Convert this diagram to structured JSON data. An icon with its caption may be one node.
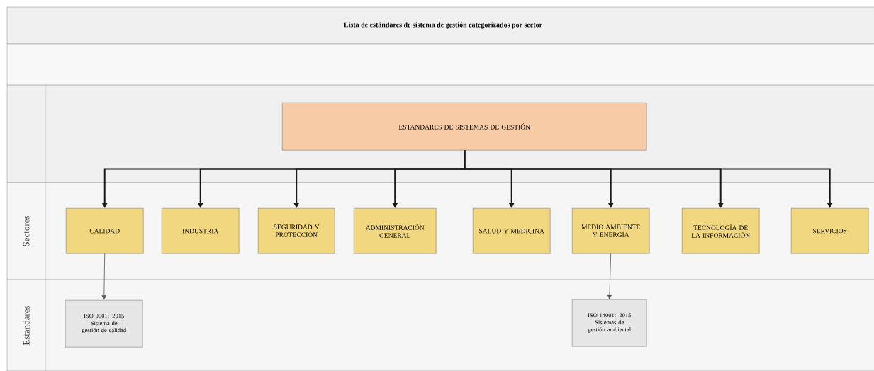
{
  "diagram": {
    "title": "Lista de estándares de sistema de gestión categorizados por sector",
    "nodes": [
      {
        "text": [
          "Sectores"
        ]
      },
      {
        "text": [
          "Estandares"
        ]
      },
      {
        "text": [
          "ESTANDARES DE SISTEMAS DE GESTIÓN"
        ]
      },
      {
        "text": [
          "CALIDAD"
        ],
        "in": 0
      },
      {
        "text": [
          "INDUSTRIA"
        ],
        "in": 0
      },
      {
        "text": [
          "SEGURIDAD Y PROTECCIÓN"
        ],
        "in": 0
      },
      {
        "text": [
          "ADMINISTRACIÓN GENERAL"
        ],
        "in": 0
      },
      {
        "text": [
          "SALUD Y MEDICINA"
        ],
        "in": 0
      },
      {
        "text": [
          "MEDIO AMBIENTE Y ENERGÍA"
        ],
        "in": 0
      },
      {
        "text": [
          "TECNOLOGÍA DE LA INFORMACIÓN"
        ],
        "in": 0
      },
      {
        "text": [
          "SERVICIOS"
        ],
        "in": 0
      },
      {
        "text": [
          "ISO 9001: 2015",
          "Sistema de gestión de calidad"
        ],
        "in": 1
      },
      {
        "text": [
          "ISO 14001: 2015",
          "Sistemas de gestión ambiental"
        ],
        "in": 1
      },
      {
        "text": [],
        "shape": "box"
      }
    ],
    "edges": [
      {
        "from": 2,
        "to": 3,
        "arrow": "to"
      },
      {
        "from": 2,
        "to": 4,
        "arrow": "to"
      },
      {
        "from": 2,
        "to": 5,
        "arrow": "to"
      },
      {
        "from": 2,
        "to": 6,
        "arrow": "to"
      },
      {
        "from": 2,
        "to": 7,
        "arrow": "to"
      },
      {
        "from": 2,
        "to": 8,
        "arrow": "to"
      },
      {
        "from": 2,
        "to": 9,
        "arrow": "to"
      },
      {
        "from": 2,
        "to": 10,
        "arrow": "to"
      },
      {
        "from": 3,
        "to": 11,
        "arrow": "to",
        "color": "#555555"
      },
      {
        "from": 8,
        "to": 12,
        "arrow": "to",
        "color": "#555555"
      }
    ]
  }
}
